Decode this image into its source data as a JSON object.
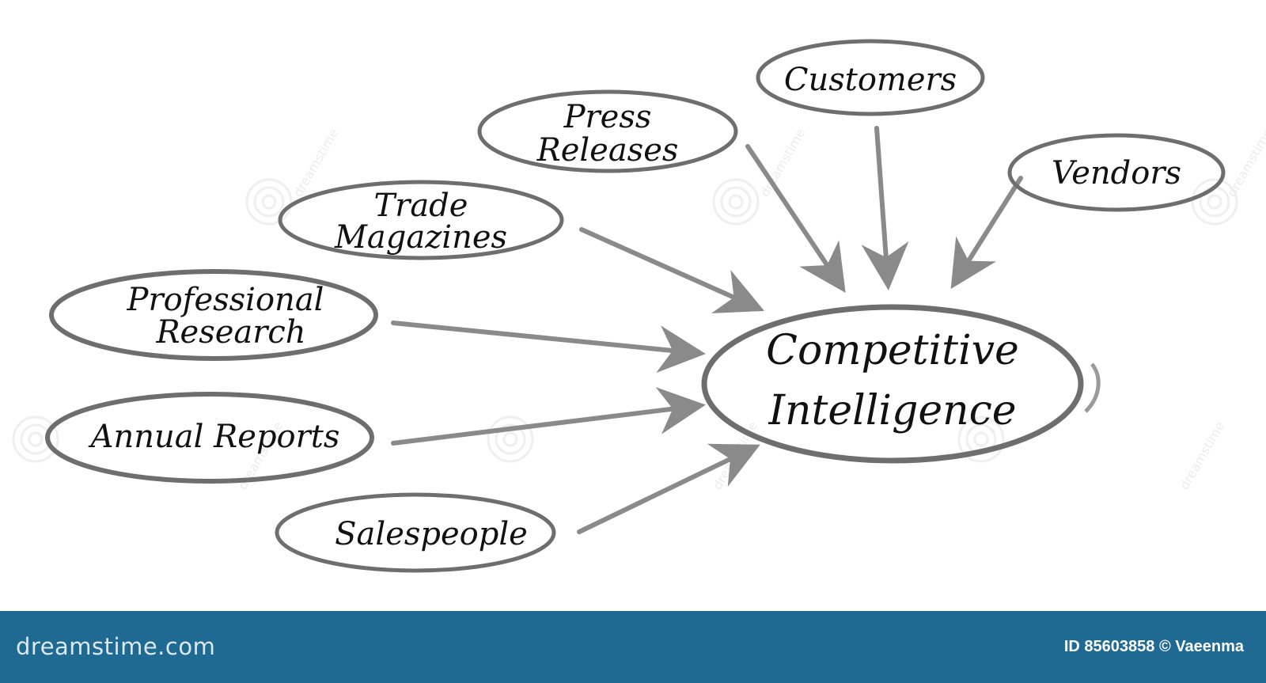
{
  "diagram": {
    "center": {
      "line1": "Competitive",
      "line2": "Intelligence"
    },
    "sources": [
      {
        "id": "customers",
        "lines": [
          "Customers"
        ]
      },
      {
        "id": "press-releases",
        "lines": [
          "Press",
          "Releases"
        ]
      },
      {
        "id": "vendors",
        "lines": [
          "Vendors"
        ]
      },
      {
        "id": "trade-magazines",
        "lines": [
          "Trade",
          "Magazines"
        ]
      },
      {
        "id": "professional-research",
        "lines": [
          "Professional",
          "Research"
        ]
      },
      {
        "id": "annual-reports",
        "lines": [
          "Annual Reports"
        ]
      },
      {
        "id": "salespeople",
        "lines": [
          "Salespeople"
        ]
      }
    ]
  },
  "watermark": {
    "text": "dreamstime"
  },
  "footer": {
    "brand": "dreamstime.com",
    "stock_id": "ID 85603858 © Vaeenma"
  },
  "colors": {
    "ellipse_stroke": "#6e6e6e",
    "arrow": "#8a8a8a",
    "text": "#111111",
    "footer_bg": "#1e6a93"
  }
}
